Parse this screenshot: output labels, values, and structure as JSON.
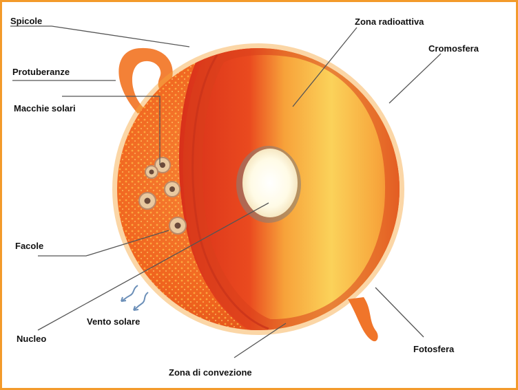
{
  "diagram": {
    "labels": {
      "spicole": "Spicole",
      "protuberanze": "Protuberanze",
      "macchie_solari": "Macchie solari",
      "facole": "Facole",
      "vento_solare": "Vento solare",
      "nucleo": "Nucleo",
      "zona_di_convezione": "Zona di convezione",
      "fotosfera": "Fotosfera",
      "cromosfera": "Cromosfera",
      "zona_radioattiva": "Zona radioattiva"
    }
  },
  "colors": {
    "border": "#f39a2b",
    "sun_surface": "#f0641e",
    "interior_core": "#fff6c8",
    "interior_red": "#e63a1c",
    "leader_line": "#555555",
    "wind_arrow": "#6b8fb8"
  }
}
